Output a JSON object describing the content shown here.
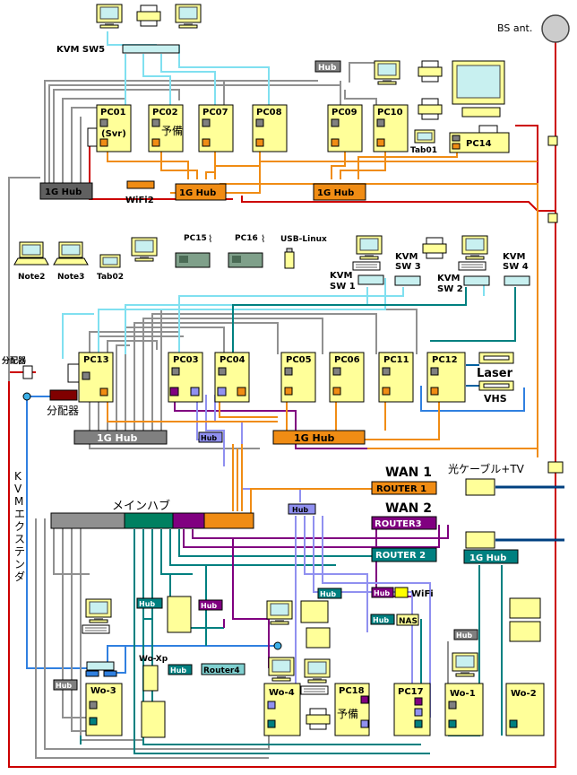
{
  "header": {
    "antenna": "BS ant.",
    "kvm5": "KVM SW5"
  },
  "hub_small": "Hub",
  "hub_1g": "1G Hub",
  "wifi2": "WiFi2",
  "pcs": {
    "pc01": "PC01",
    "pc01_sub": "(Svr)",
    "pc02": "PC02",
    "pc02_sub": "予備",
    "pc07": "PC07",
    "pc08": "PC08",
    "pc09": "PC09",
    "pc10": "PC10",
    "tab01": "Tab01",
    "pc14": "PC14",
    "pc13": "PC13",
    "pc03": "PC03",
    "pc04": "PC04",
    "pc05": "PC05",
    "pc06": "PC06",
    "pc11": "PC11",
    "pc12": "PC12",
    "pc15": "PC15",
    "pc16": "PC16",
    "pc17": "PC17",
    "pc18": "PC18",
    "pc18_sub": "予備"
  },
  "mobile": {
    "note2": "Note2",
    "note3": "Note3",
    "tab02": "Tab02",
    "usb": "USB-Linux"
  },
  "kvm": {
    "sw1": [
      "KVM",
      "SW 1"
    ],
    "sw2": [
      "KVM",
      "SW 2"
    ],
    "sw3": [
      "KVM",
      "SW 3"
    ],
    "sw4": [
      "KVM",
      "SW 4"
    ]
  },
  "devices": {
    "laser": "Laser",
    "vhs": "VHS"
  },
  "splitter": "分配器",
  "kvm_ext": [
    "K",
    "V",
    "M",
    "エ",
    "ク",
    "ス",
    "テ",
    "ン",
    "ダ"
  ],
  "wan1": "WAN 1",
  "wan2": "WAN 2",
  "router1": "ROUTER 1",
  "router3": "ROUTER3",
  "router2": "ROUTER 2",
  "router4": "Router4",
  "fiber": "光ケーブル+TV",
  "main_hub": "メインハブ",
  "wifi": "WiFi",
  "nas": "NAS",
  "wo": {
    "wo1": "Wo-1",
    "wo2": "Wo-2",
    "wo3": "Wo-3",
    "wo4": "Wo-4",
    "woxp": "Wo-Xp"
  },
  "colors": {
    "yellow": "#ffff99",
    "gray": "#808080",
    "orange": "#f08c14",
    "lightblue": "#80e0f0",
    "teal": "#008080",
    "blue": "#3080e0",
    "purple": "#800080",
    "lavender": "#9090f0",
    "red": "#cc0000",
    "green": "#008060"
  }
}
